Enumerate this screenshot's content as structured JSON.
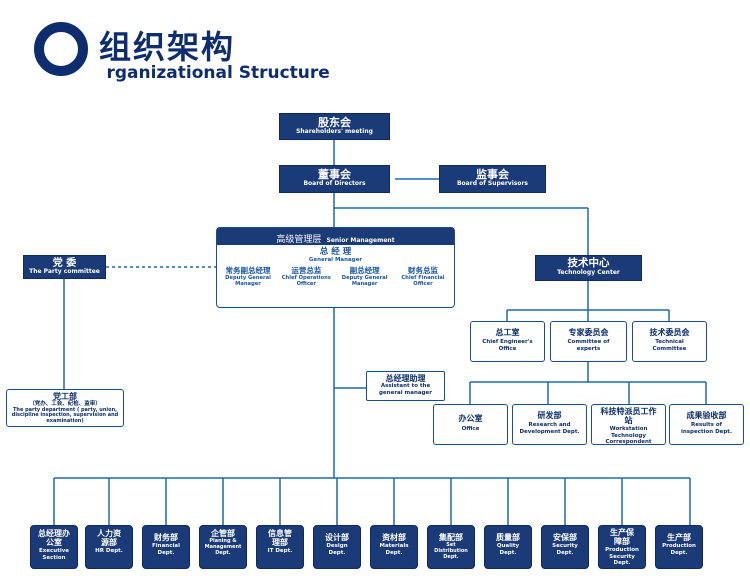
{
  "header": {
    "title_cn": "组织架构",
    "title_en_first": "O",
    "title_en_rest": "rganizational Structure"
  },
  "nodes": {
    "shareholders": {
      "cn": "股东会",
      "en": "Shareholders' meeting"
    },
    "board": {
      "cn": "董事会",
      "en": "Board of Directors"
    },
    "supervisors": {
      "cn": "监事会",
      "en": "Board of Supervisors"
    },
    "senior": {
      "header_cn": "高级管理层",
      "header_en": "Senior Management",
      "gm_cn": "总 经 理",
      "gm_en": "General Manager",
      "roles": [
        {
          "cn": "常务副总经理",
          "en": "Deputy General Manager"
        },
        {
          "cn": "运营总监",
          "en": "Chief Operations Officer"
        },
        {
          "cn": "副总经理",
          "en": "Deputy General Manager"
        },
        {
          "cn": "财务总监",
          "en": "Chief Financial Officer"
        }
      ]
    },
    "party": {
      "cn": "党 委",
      "en": "The Party committee"
    },
    "party_dept": {
      "cn": "党工部",
      "sub_cn": "（党办、工会、纪检、监审）",
      "en": "The party department ( party, union, discipline inspection, supervision and examination)"
    },
    "tech_center": {
      "cn": "技术中心",
      "en": "Technology Center"
    },
    "tech_row1": [
      {
        "cn": "总工室",
        "en": "Chief Engineer's Office"
      },
      {
        "cn": "专家委员会",
        "en": "Committee of experts"
      },
      {
        "cn": "技术委员会",
        "en": "Technical Committee"
      }
    ],
    "tech_row2": [
      {
        "cn": "办公室",
        "en": "Office"
      },
      {
        "cn": "研发部",
        "en": "Research and Development Dept."
      },
      {
        "cn": "科技特派员工作站",
        "en": "Workstation Technology Correspondent"
      },
      {
        "cn": "成果验收部",
        "en": "Results of inspection Dept."
      }
    ],
    "assistant": {
      "cn": "总经理助理",
      "en": "Assistant to the general manager"
    },
    "departments": [
      {
        "cn": "总经理办公室",
        "en": "Executive Section"
      },
      {
        "cn": "人力资源部",
        "en": "HR Dept."
      },
      {
        "cn": "财务部",
        "en": "Financial Dept."
      },
      {
        "cn": "企管部",
        "en": "Planing & Management Dept."
      },
      {
        "cn": "信息管理部",
        "en": "IT Dept."
      },
      {
        "cn": "设计部",
        "en": "Design Dept."
      },
      {
        "cn": "资材部",
        "en": "Materials Dept."
      },
      {
        "cn": "集配部",
        "en": "Set Distribution Dept."
      },
      {
        "cn": "质量部",
        "en": "Quality Dept."
      },
      {
        "cn": "安保部",
        "en": "Security Dept."
      },
      {
        "cn": "生产保障部",
        "en": "Production Security Dept."
      },
      {
        "cn": "生产部",
        "en": "Production Dept."
      }
    ]
  },
  "colors": {
    "dark_box": "#1a3a78",
    "line": "#1a6ab0",
    "light_border": "#1a4d8f"
  }
}
